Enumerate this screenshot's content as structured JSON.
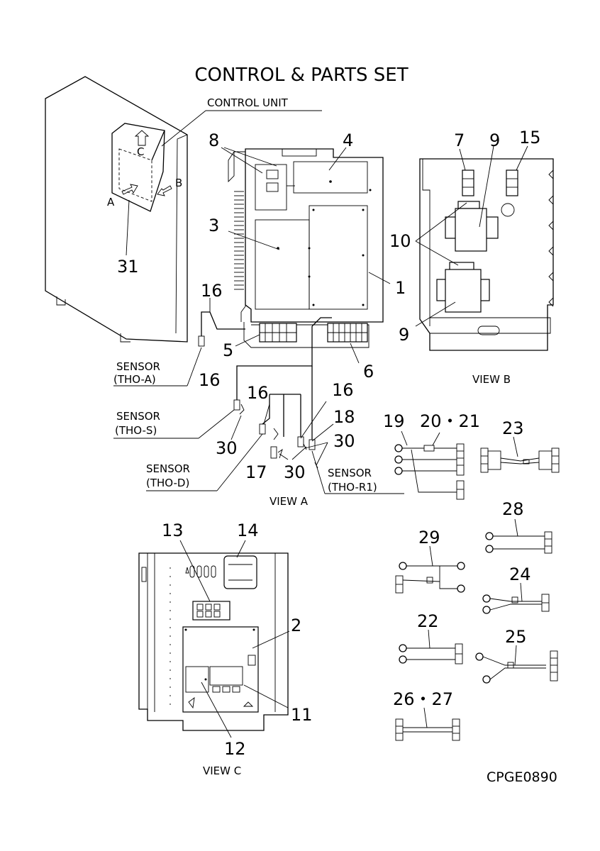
{
  "title": "CONTROL & PARTS SET",
  "drawing_code": "CPGE0890",
  "unit_labels": {
    "control_unit": "CONTROL UNIT",
    "a": "A",
    "b": "B",
    "c": "C"
  },
  "views": {
    "a": "VIEW A",
    "b": "VIEW B",
    "c": "VIEW C"
  },
  "sensors": {
    "tho_a": {
      "line1": "SENSOR",
      "line2": "(THO-A)"
    },
    "tho_s": {
      "line1": "SENSOR",
      "line2": "(THO-S)"
    },
    "tho_d": {
      "line1": "SENSOR",
      "line2": "(THO-D)"
    },
    "tho_r1": {
      "line1": "SENSOR",
      "line2": "(THO-R1)"
    }
  },
  "part_numbers": {
    "p1": "1",
    "p2": "2",
    "p3": "3",
    "p4": "4",
    "p5": "5",
    "p6": "6",
    "p7": "7",
    "p8": "8",
    "p9a": "9",
    "p9b": "9",
    "p10": "10",
    "p11": "11",
    "p12": "12",
    "p13": "13",
    "p14": "14",
    "p15": "15",
    "p16a": "16",
    "p16b": "16",
    "p16c": "16",
    "p16d": "16",
    "p17": "17",
    "p18": "18",
    "p19": "19",
    "p20_21": "20・21",
    "p22": "22",
    "p23": "23",
    "p24": "24",
    "p25": "25",
    "p26_27": "26・27",
    "p28": "28",
    "p29": "29",
    "p30a": "30",
    "p30b": "30",
    "p30c": "30",
    "p31": "31"
  }
}
